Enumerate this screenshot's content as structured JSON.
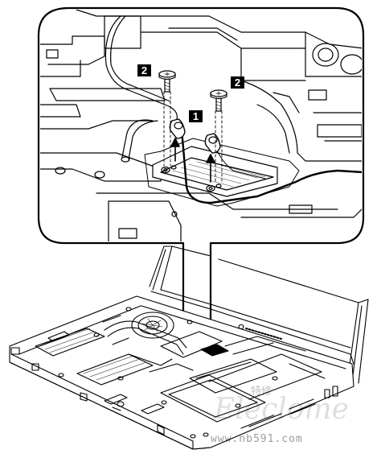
{
  "figure": {
    "callouts": [
      {
        "number": "1",
        "meaning": "antenna cable connectors"
      },
      {
        "number": "2",
        "meaning": "screw"
      },
      {
        "number": "2",
        "meaning": "screw"
      }
    ]
  },
  "watermark": {
    "logo_text": "Eleclome",
    "chinese_text": "特修",
    "url_text": "www.nb591.com"
  }
}
